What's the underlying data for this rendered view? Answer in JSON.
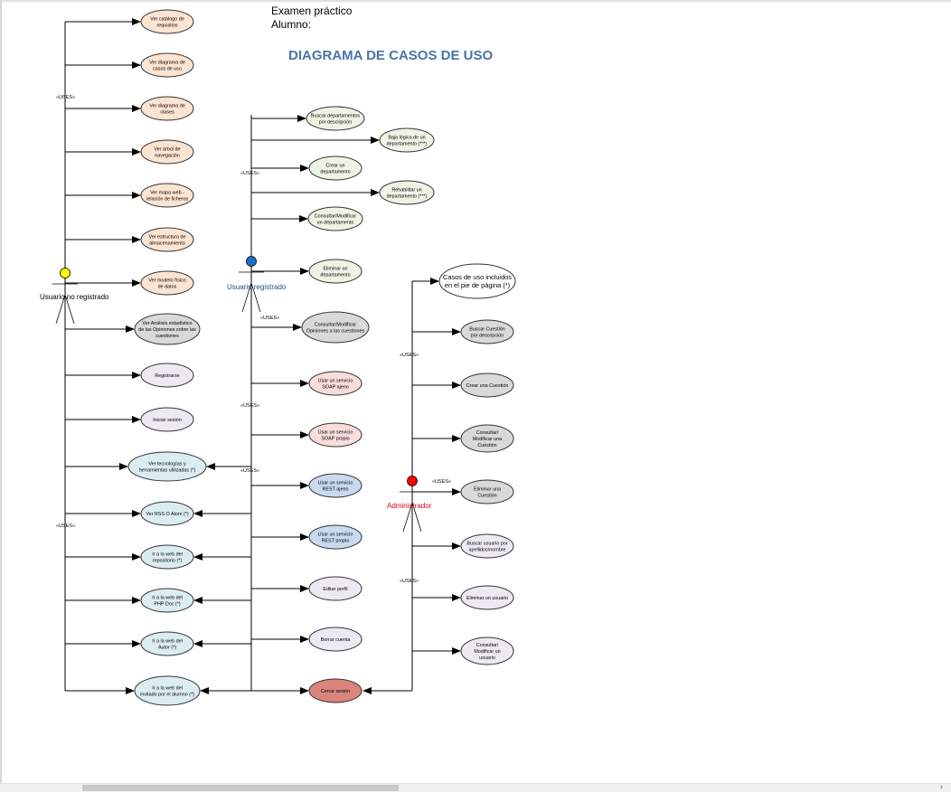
{
  "header": {
    "line1": "Examen práctico",
    "line2": "Alumno:",
    "title": "DIAGRAMA DE CASOS DE USO"
  },
  "colors": {
    "peach": "#fce4d2",
    "lavender": "#ede9f3",
    "lightblue": "#dcedf2",
    "green": "#eef4e4",
    "gray": "#d9d9d9",
    "pink": "#f9dcdc",
    "blue": "#c9d9f0",
    "white": "#ffffff",
    "rose": "#d9857e",
    "actor_yellow": "#ffff00",
    "actor_blue": "#1f6fc7",
    "actor_red": "#ff0000",
    "title_blue": "#4a73a8",
    "label_red": "#d0021b",
    "label_blue": "#1f4e8a"
  },
  "actors": [
    {
      "label": "Usuario no registrado",
      "head": "actor_yellow",
      "label_color": "#000000"
    },
    {
      "label": "Usuario registrado",
      "head": "actor_blue",
      "label_color": "#1f4e8a"
    },
    {
      "label": "Administrador",
      "head": "actor_red",
      "label_color": "#d0021b"
    }
  ],
  "stereotype": "«USES»",
  "use_cases": [
    {
      "text": [
        "Ver catálogo de",
        "requisitos"
      ],
      "fill": "peach"
    },
    {
      "text": [
        "Ver diagrama de",
        "casos de uso"
      ],
      "fill": "peach"
    },
    {
      "text": [
        "Ver diagrama de",
        "clases"
      ],
      "fill": "peach"
    },
    {
      "text": [
        "Ver árbol de",
        "navegación"
      ],
      "fill": "peach"
    },
    {
      "text": [
        "Ver mapa web -",
        "relación de ficheros"
      ],
      "fill": "peach"
    },
    {
      "text": [
        "Ver estructura de",
        "almacenamiento"
      ],
      "fill": "peach"
    },
    {
      "text": [
        "Ver modelo físico",
        "de datos"
      ],
      "fill": "peach"
    },
    {
      "text": [
        "Ver Análisis estadístico",
        "de las Opiniones sobre las",
        "cuestiones"
      ],
      "fill": "gray"
    },
    {
      "text": [
        "Registrarse"
      ],
      "fill": "lavender"
    },
    {
      "text": [
        "Iniciar sesión"
      ],
      "fill": "lavender"
    },
    {
      "text": [
        "Ver tecnologías y",
        "herramientas utilizadas (*)"
      ],
      "fill": "lightblue"
    },
    {
      "text": [
        "Ver RSS O Atom (*)"
      ],
      "fill": "lightblue"
    },
    {
      "text": [
        "Ir a la web del",
        "repositorio (*)"
      ],
      "fill": "lightblue"
    },
    {
      "text": [
        "Ir a la web del",
        "PHP Doc (*)"
      ],
      "fill": "lightblue"
    },
    {
      "text": [
        "Ir a la web del",
        "Autor (*)"
      ],
      "fill": "lightblue"
    },
    {
      "text": [
        "Ir a la web del",
        "invitado por el alumno (*)"
      ],
      "fill": "lightblue"
    },
    {
      "text": [
        "Buscar departamentos",
        "por descripción"
      ],
      "fill": "green"
    },
    {
      "text": [
        "Baja lógica de un",
        "departamento (***)"
      ],
      "fill": "green"
    },
    {
      "text": [
        "Crear un",
        "departamento"
      ],
      "fill": "green"
    },
    {
      "text": [
        "Rehabilitar un",
        "departamento (***)"
      ],
      "fill": "green"
    },
    {
      "text": [
        "Consultar/Modificar",
        "un departamento"
      ],
      "fill": "green"
    },
    {
      "text": [
        "Eliminar un",
        "departamento"
      ],
      "fill": "green"
    },
    {
      "text": [
        "Consultar/Modificar",
        "Opiniones a las cuestiones"
      ],
      "fill": "gray"
    },
    {
      "text": [
        "Usar un servicio",
        "SOAP ajeno"
      ],
      "fill": "pink"
    },
    {
      "text": [
        "Usar un servicio",
        "SOAP propio"
      ],
      "fill": "pink"
    },
    {
      "text": [
        "Usar un servicio",
        "REST ajeno"
      ],
      "fill": "blue"
    },
    {
      "text": [
        "Usar un servicio",
        "REST propio"
      ],
      "fill": "blue"
    },
    {
      "text": [
        "Editar perfil"
      ],
      "fill": "lavender"
    },
    {
      "text": [
        "Borrar cuenta"
      ],
      "fill": "lavender"
    },
    {
      "text": [
        "Cerrar sesión"
      ],
      "fill": "rose"
    },
    {
      "text": [
        "Casos de uso incluidos",
        "en el pie de página (*)"
      ],
      "fill": "white"
    },
    {
      "text": [
        "Buscar Cuestión",
        "por descripción"
      ],
      "fill": "gray"
    },
    {
      "text": [
        "Crear una Cuestión"
      ],
      "fill": "gray"
    },
    {
      "text": [
        "Consultar/",
        "Modificar una",
        "Cuestión"
      ],
      "fill": "gray"
    },
    {
      "text": [
        "Eliminar una",
        "Cuestión"
      ],
      "fill": "gray"
    },
    {
      "text": [
        "Buscar usuario por",
        "apellidos/nombre"
      ],
      "fill": "lavender"
    },
    {
      "text": [
        "Eliminar un usuario"
      ],
      "fill": "lavender"
    },
    {
      "text": [
        "Consultar/",
        "Modificar un",
        "usuario"
      ],
      "fill": "lavender"
    }
  ]
}
